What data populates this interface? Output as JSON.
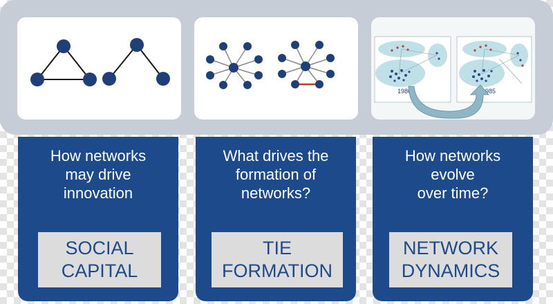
{
  "colors": {
    "dark_blue": "#1d4a8a",
    "label_bg": "#dcdcdc",
    "band_bg": "#c7cdd7",
    "node": "#1e3f78"
  },
  "columns": [
    {
      "question": "How networks\nmay drive\ninnovation",
      "label": "SOCIAL\nCAPITAL"
    },
    {
      "question": "What drives the\nformation of\nnetworks?",
      "label": "TIE\nFORMATION"
    },
    {
      "question": "How networks\nevolve\nover time?",
      "label": "NETWORK\nDYNAMICS"
    }
  ],
  "dynamics_years": [
    "1980",
    "1985"
  ]
}
